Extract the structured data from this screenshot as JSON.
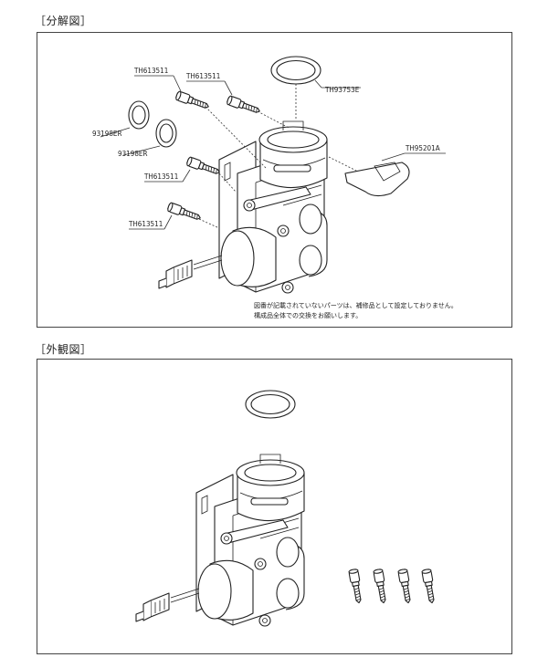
{
  "sections": {
    "exploded_title": "［分解図］",
    "exterior_title": "［外観図］"
  },
  "parts": {
    "screw_1": "TH613511",
    "screw_2": "TH613511",
    "screw_3": "TH613511",
    "screw_4": "TH613511",
    "ring_1": "93198ER",
    "ring_2": "93198ER",
    "ring_top": "TH93753E",
    "clip": "TH95201A"
  },
  "note": {
    "line1": "図番が記載されていないパーツは、補修品として設定しておりません。",
    "line2": "構成品全体での交換をお願いします。"
  }
}
